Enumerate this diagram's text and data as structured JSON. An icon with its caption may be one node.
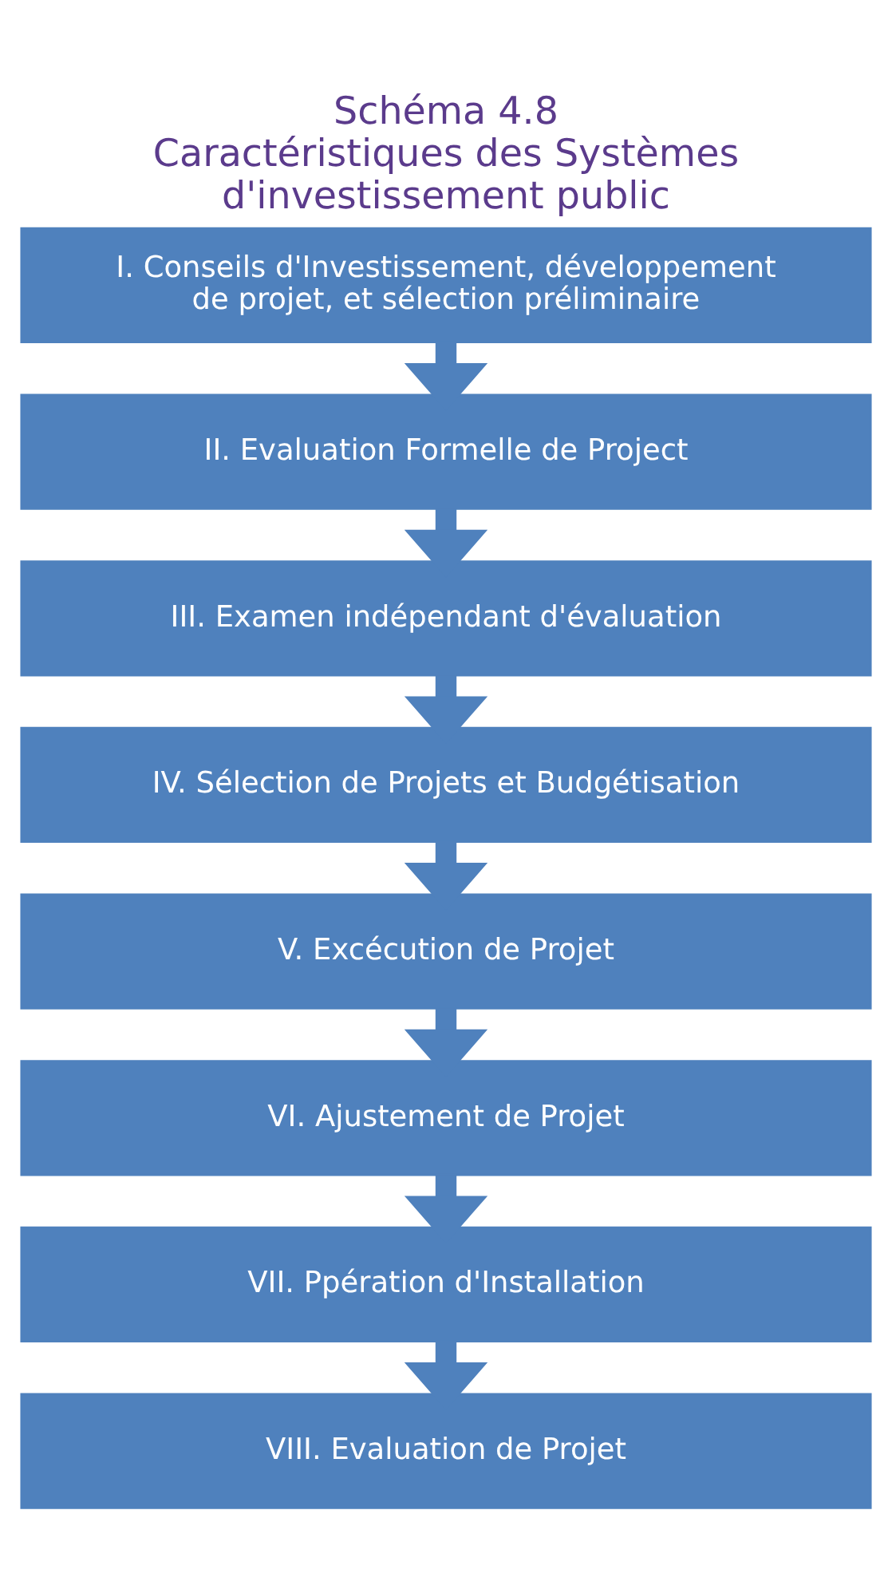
{
  "diagram": {
    "title": "Schéma 4.8",
    "caption": "Caractéristiques des Systèmes d'investissement public",
    "nodes": [
      {
        "text": [
          "I. Conseils d'Investissement, développement de projet, et sélection préliminaire"
        ]
      },
      {
        "text": [
          "II. Evaluation Formelle de Project"
        ]
      },
      {
        "text": [
          "III. Examen indépendant d'évaluation"
        ]
      },
      {
        "text": [
          "IV. Sélection de Projets et Budgétisation"
        ]
      },
      {
        "text": [
          "V. Excécution de Projet"
        ]
      },
      {
        "text": [
          "VI. Ajustement de Projet"
        ]
      },
      {
        "text": [
          "VII. Ppération d'Installation"
        ]
      },
      {
        "text": [
          "VIII. Evaluation de Projet"
        ]
      }
    ],
    "edges": [
      {
        "from": 0,
        "to": 1,
        "arrow": "to"
      },
      {
        "from": 1,
        "to": 2,
        "arrow": "to"
      },
      {
        "from": 2,
        "to": 3,
        "arrow": "to"
      },
      {
        "from": 3,
        "to": 4,
        "arrow": "to"
      },
      {
        "from": 4,
        "to": 5,
        "arrow": "to"
      },
      {
        "from": 5,
        "to": 6,
        "arrow": "to"
      },
      {
        "from": 6,
        "to": 7,
        "arrow": "to"
      }
    ]
  }
}
